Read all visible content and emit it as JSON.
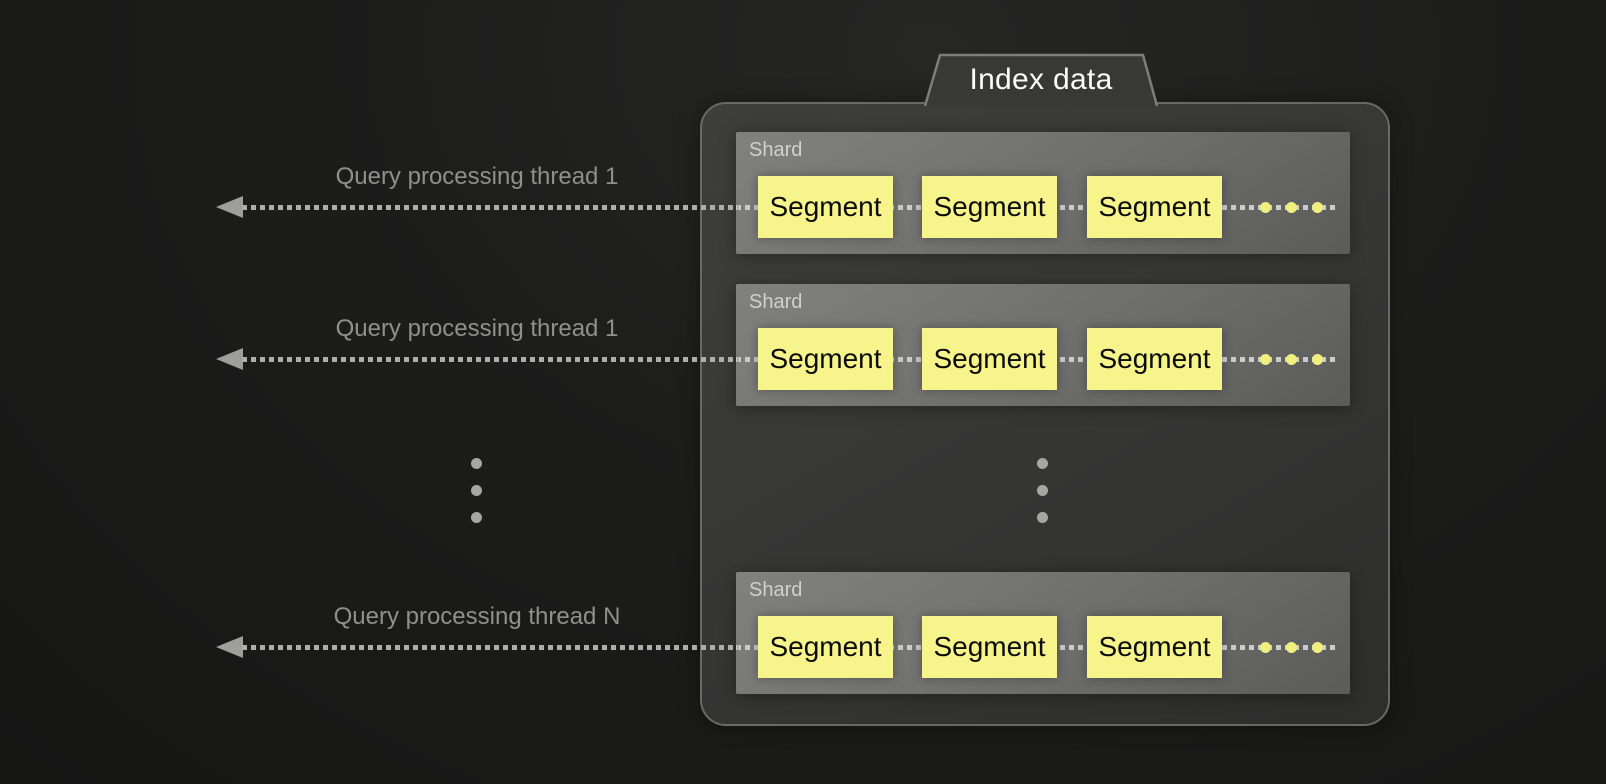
{
  "diagram_title": "Index data",
  "colors": {
    "background": "#1d1d1c",
    "panel_fill": "#373736",
    "panel_border": "#686867",
    "shard_fill": "#6e6e6d",
    "segment_fill": "#f7f48b",
    "segment_text": "#0c0c0c",
    "yellow_dot": "#f0ee7e",
    "gray_dot": "#a6a6a5",
    "arrow_gray": "#9e9e9d",
    "label_gray": "#8f8f8e"
  },
  "icons": {
    "arrow_left": "solid triangle + dotted horizontal line",
    "more_horizontal": "three yellow dots",
    "more_vertical": "three gray dots"
  },
  "index_panel": {
    "tab_label": "Index data",
    "shards": [
      {
        "label": "Shard",
        "segments": [
          "Segment",
          "Segment",
          "Segment"
        ],
        "more_icon": "more_horizontal"
      },
      {
        "label": "Shard",
        "segments": [
          "Segment",
          "Segment",
          "Segment"
        ],
        "more_icon": "more_horizontal"
      },
      {
        "label": "Shard",
        "segments": [
          "Segment",
          "Segment",
          "Segment"
        ],
        "more_icon": "more_horizontal"
      }
    ],
    "more_shards_icon": "more_vertical"
  },
  "threads": [
    {
      "label": "Query processing thread 1"
    },
    {
      "label": "Query processing thread 1"
    },
    {
      "label": "Query processing thread N"
    }
  ],
  "more_threads_icon": "more_vertical"
}
